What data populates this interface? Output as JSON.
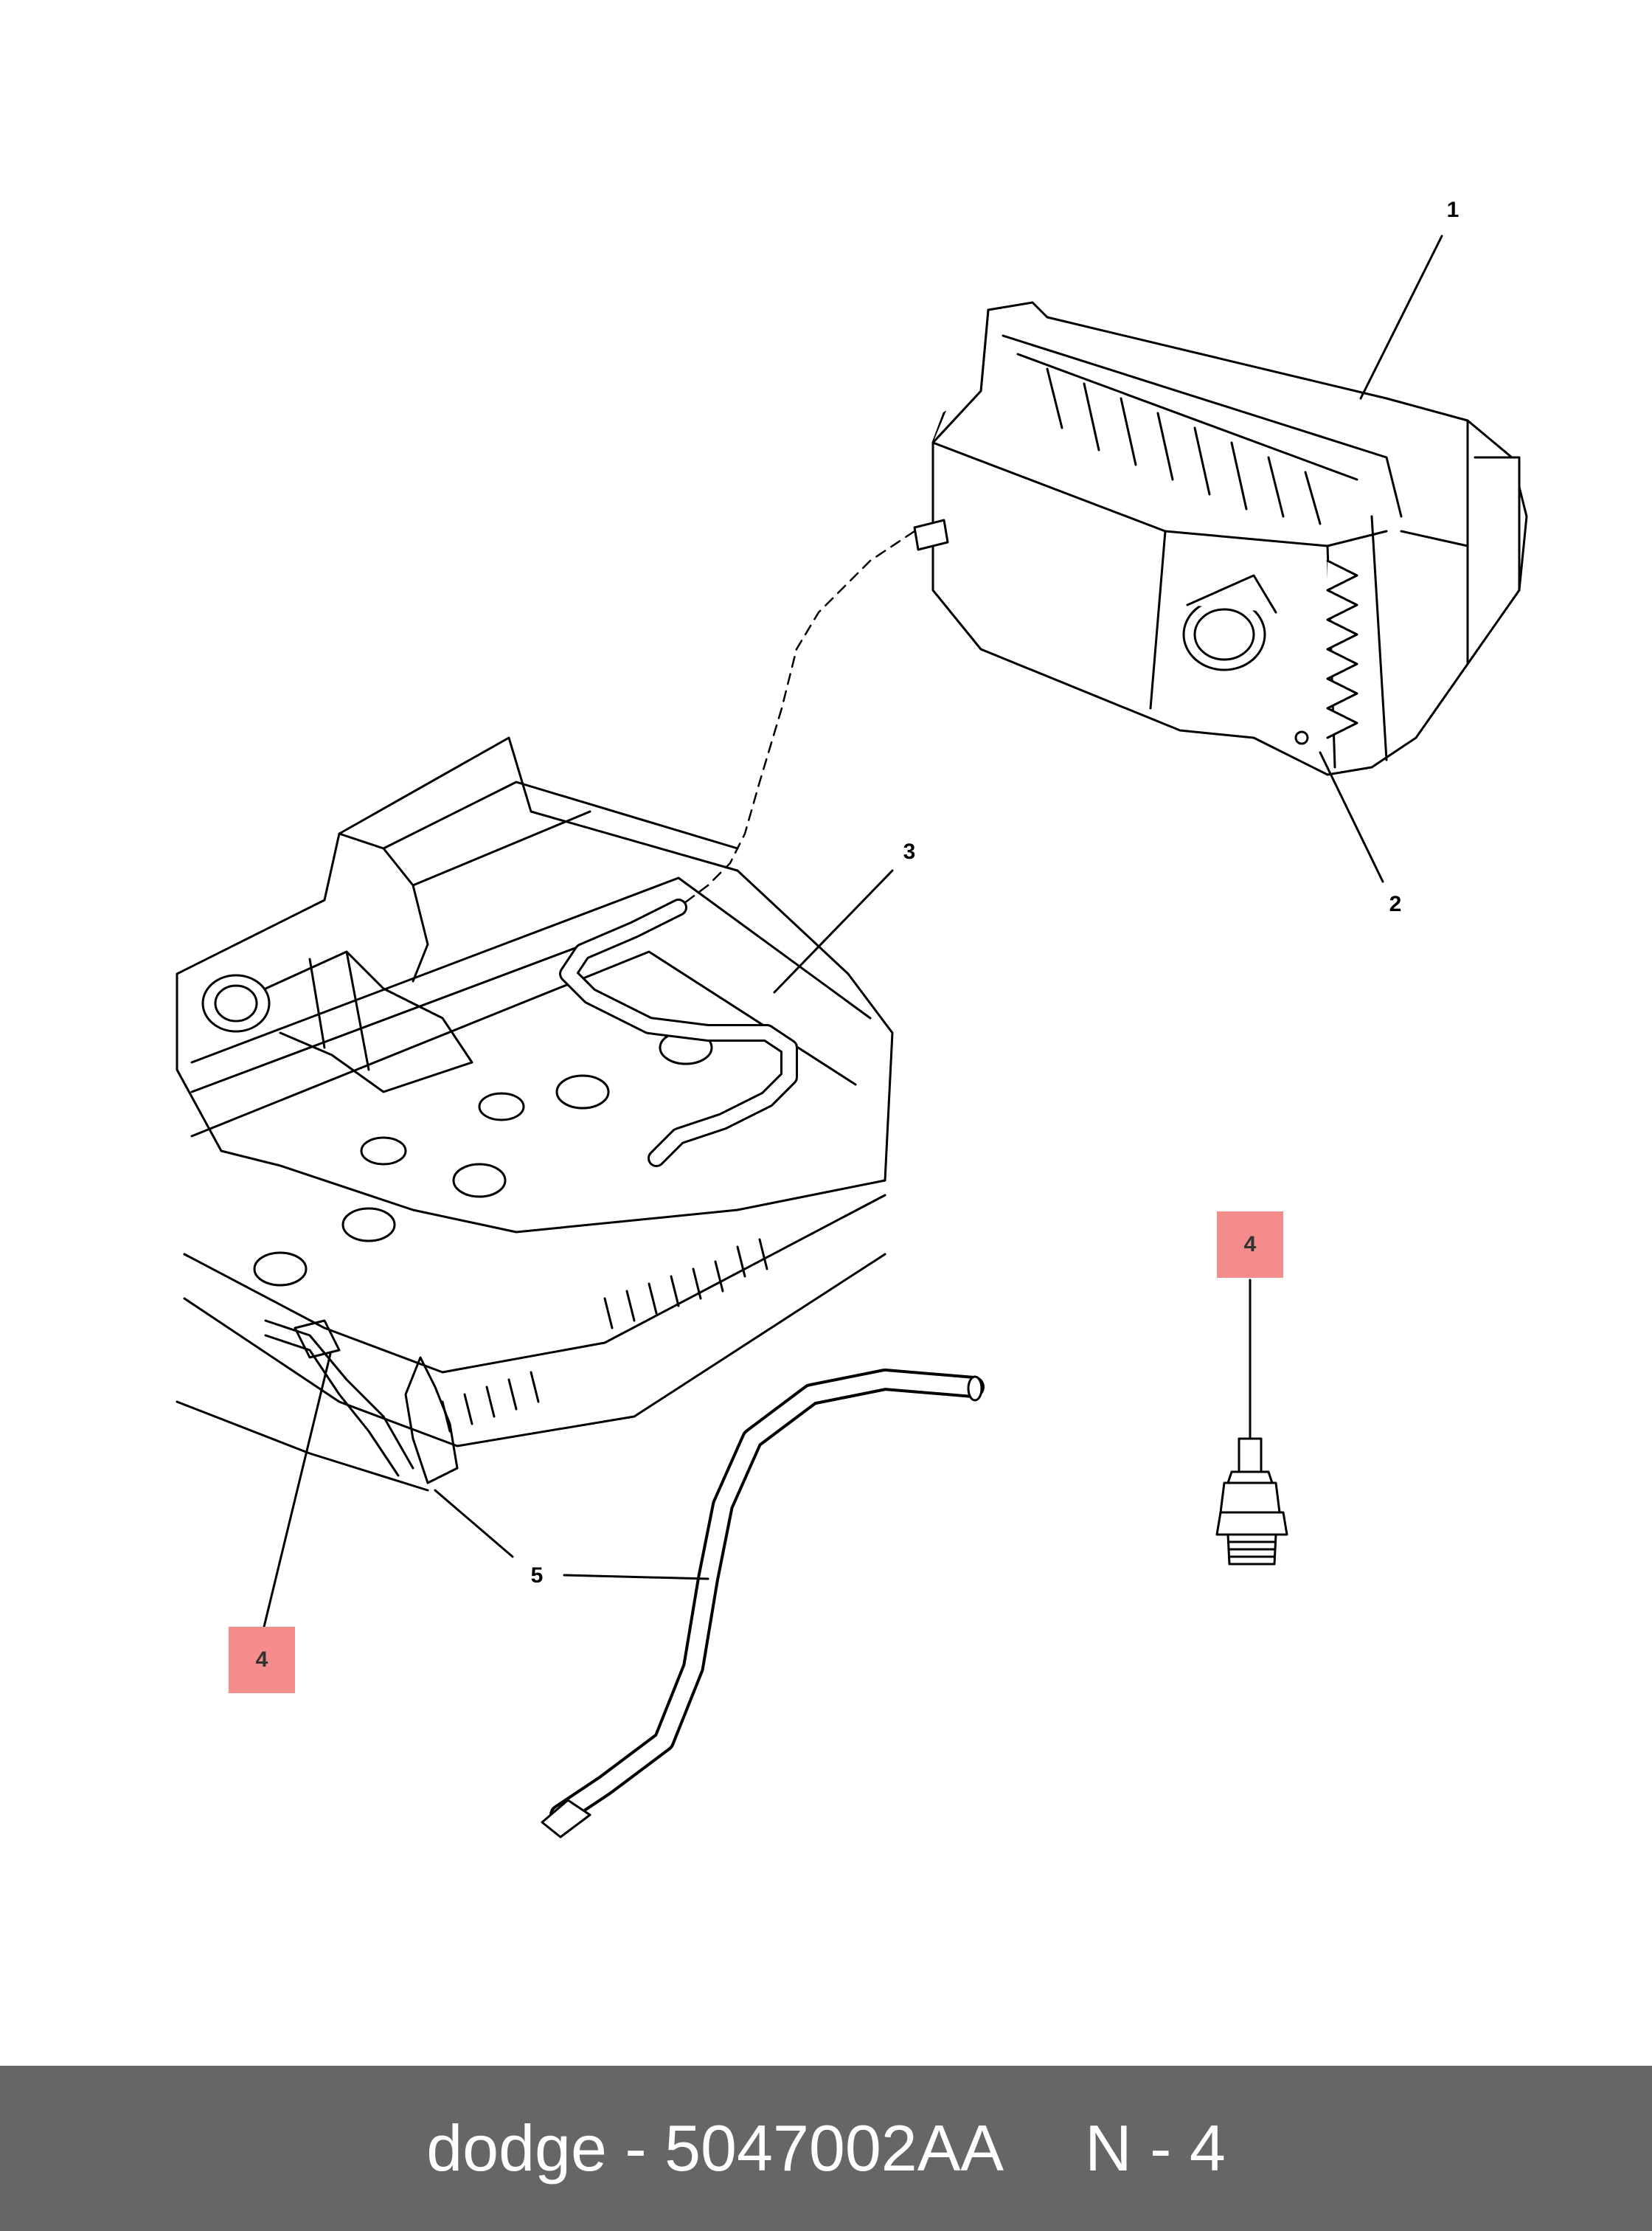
{
  "callouts": {
    "c1": "1",
    "c2": "2",
    "c3": "3",
    "c4_top": "4",
    "c4_bottom": "4",
    "c5": "5"
  },
  "highlight_color": "#f48c8c",
  "footer": {
    "part_text": "dodge - 5047002AA",
    "ref_text": "N - 4",
    "background": "#666666"
  }
}
